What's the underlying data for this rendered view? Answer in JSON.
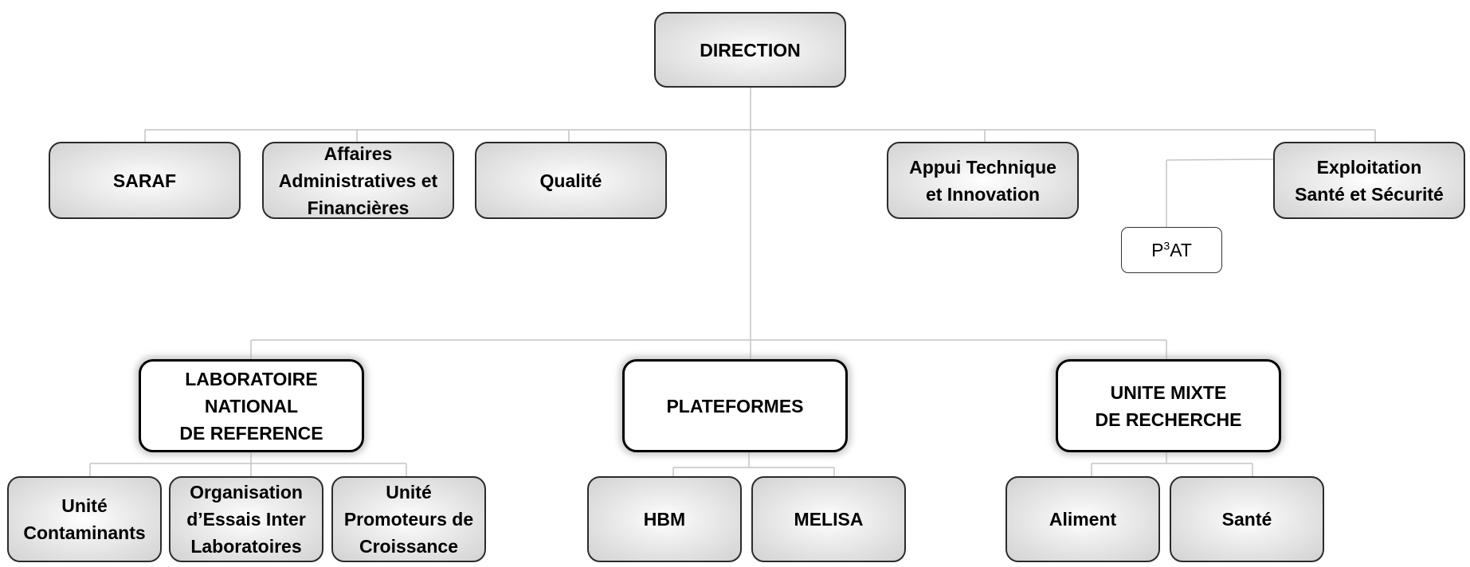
{
  "org_chart": {
    "direction": "DIRECTION",
    "services": {
      "saraf": "SARAF",
      "affaires": "Affaires\nAdministratives et\nFinancières",
      "qualite": "Qualité",
      "appui": "Appui Technique\net Innovation",
      "exploitation": "Exploitation\nSanté et Sécurité",
      "p3at": {
        "prefix": "P",
        "sup": "3",
        "suffix": "AT"
      }
    },
    "departments": {
      "lnr": {
        "label": "LABORATOIRE\nNATIONAL\nDE REFERENCE",
        "units": [
          "Unité\nContaminants",
          "Organisation\nd’Essais Inter\nLaboratoires",
          "Unité\nPromoteurs de\nCroissance"
        ]
      },
      "plateformes": {
        "label": "PLATEFORMES",
        "units": [
          "HBM",
          "MELISA"
        ]
      },
      "umr": {
        "label": "UNITE MIXTE\nDE RECHERCHE",
        "units": [
          "Aliment",
          "Santé"
        ]
      }
    },
    "colors": {
      "connector": "#c4c4c4",
      "box_border": "#2b2b2b",
      "dept_border": "#000000"
    }
  }
}
